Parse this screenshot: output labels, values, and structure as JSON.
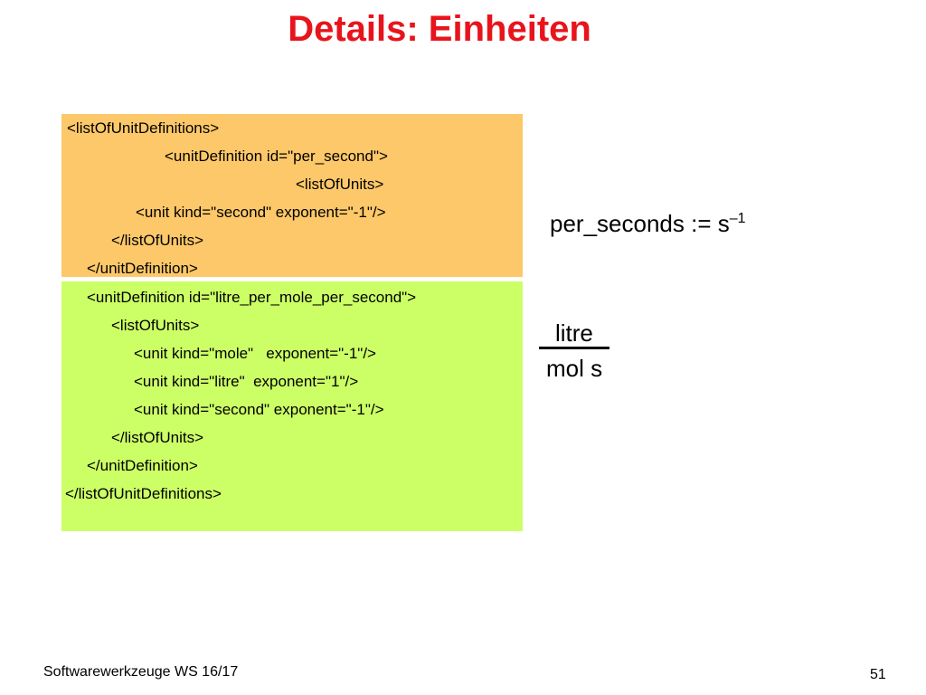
{
  "title": "Details:  Einheiten",
  "code": {
    "orange": [
      "<listOfUnitDefinitions>",
      "<unitDefinition id=\"per_second\">",
      "<listOfUnits>",
      "<unit kind=\"second\" exponent=\"-1\"/>",
      "</listOfUnits>",
      "</unitDefinition>"
    ],
    "green": [
      "<unitDefinition id=\"litre_per_mole_per_second\">",
      "<listOfUnits>",
      "<unit kind=\"mole\"   exponent=\"-1\"/>",
      "<unit kind=\"litre\"  exponent=\"1\"/>",
      "<unit kind=\"second\" exponent=\"-1\"/>",
      "</listOfUnits>",
      "</unitDefinition>",
      "</listOfUnitDefinitions>"
    ]
  },
  "formula1": {
    "lhs": "per_seconds :=  s",
    "exponent": "–1"
  },
  "formula2": {
    "numerator": "litre",
    "denominator": "mol s"
  },
  "footer": {
    "course": "Softwarewerkzeuge WS 16/17",
    "page": "51"
  },
  "colors": {
    "title": "#e8141c",
    "orange_panel": "#fdc869",
    "green_panel": "#ccff66"
  }
}
